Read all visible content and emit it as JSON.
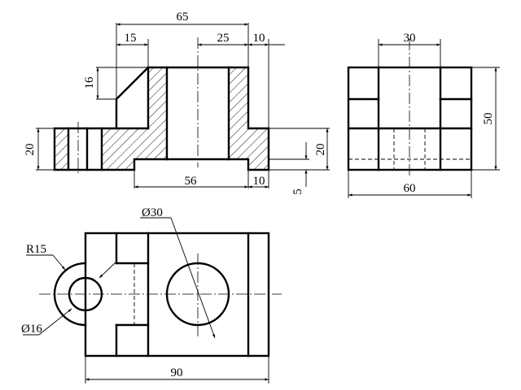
{
  "front_view": {
    "dim_65": "65",
    "dim_15": "15",
    "dim_25": "25",
    "dim_10_top": "10",
    "dim_16": "16",
    "dim_20_left": "20",
    "dim_20_right": "20",
    "dim_56": "56",
    "dim_10_bottom": "10",
    "dim_5": "5"
  },
  "side_view": {
    "dim_30": "30",
    "dim_50": "50",
    "dim_60": "60"
  },
  "top_view": {
    "dim_d30": "Ø30",
    "dim_r15": "R15",
    "dim_d16": "Ø16",
    "dim_90": "90"
  }
}
